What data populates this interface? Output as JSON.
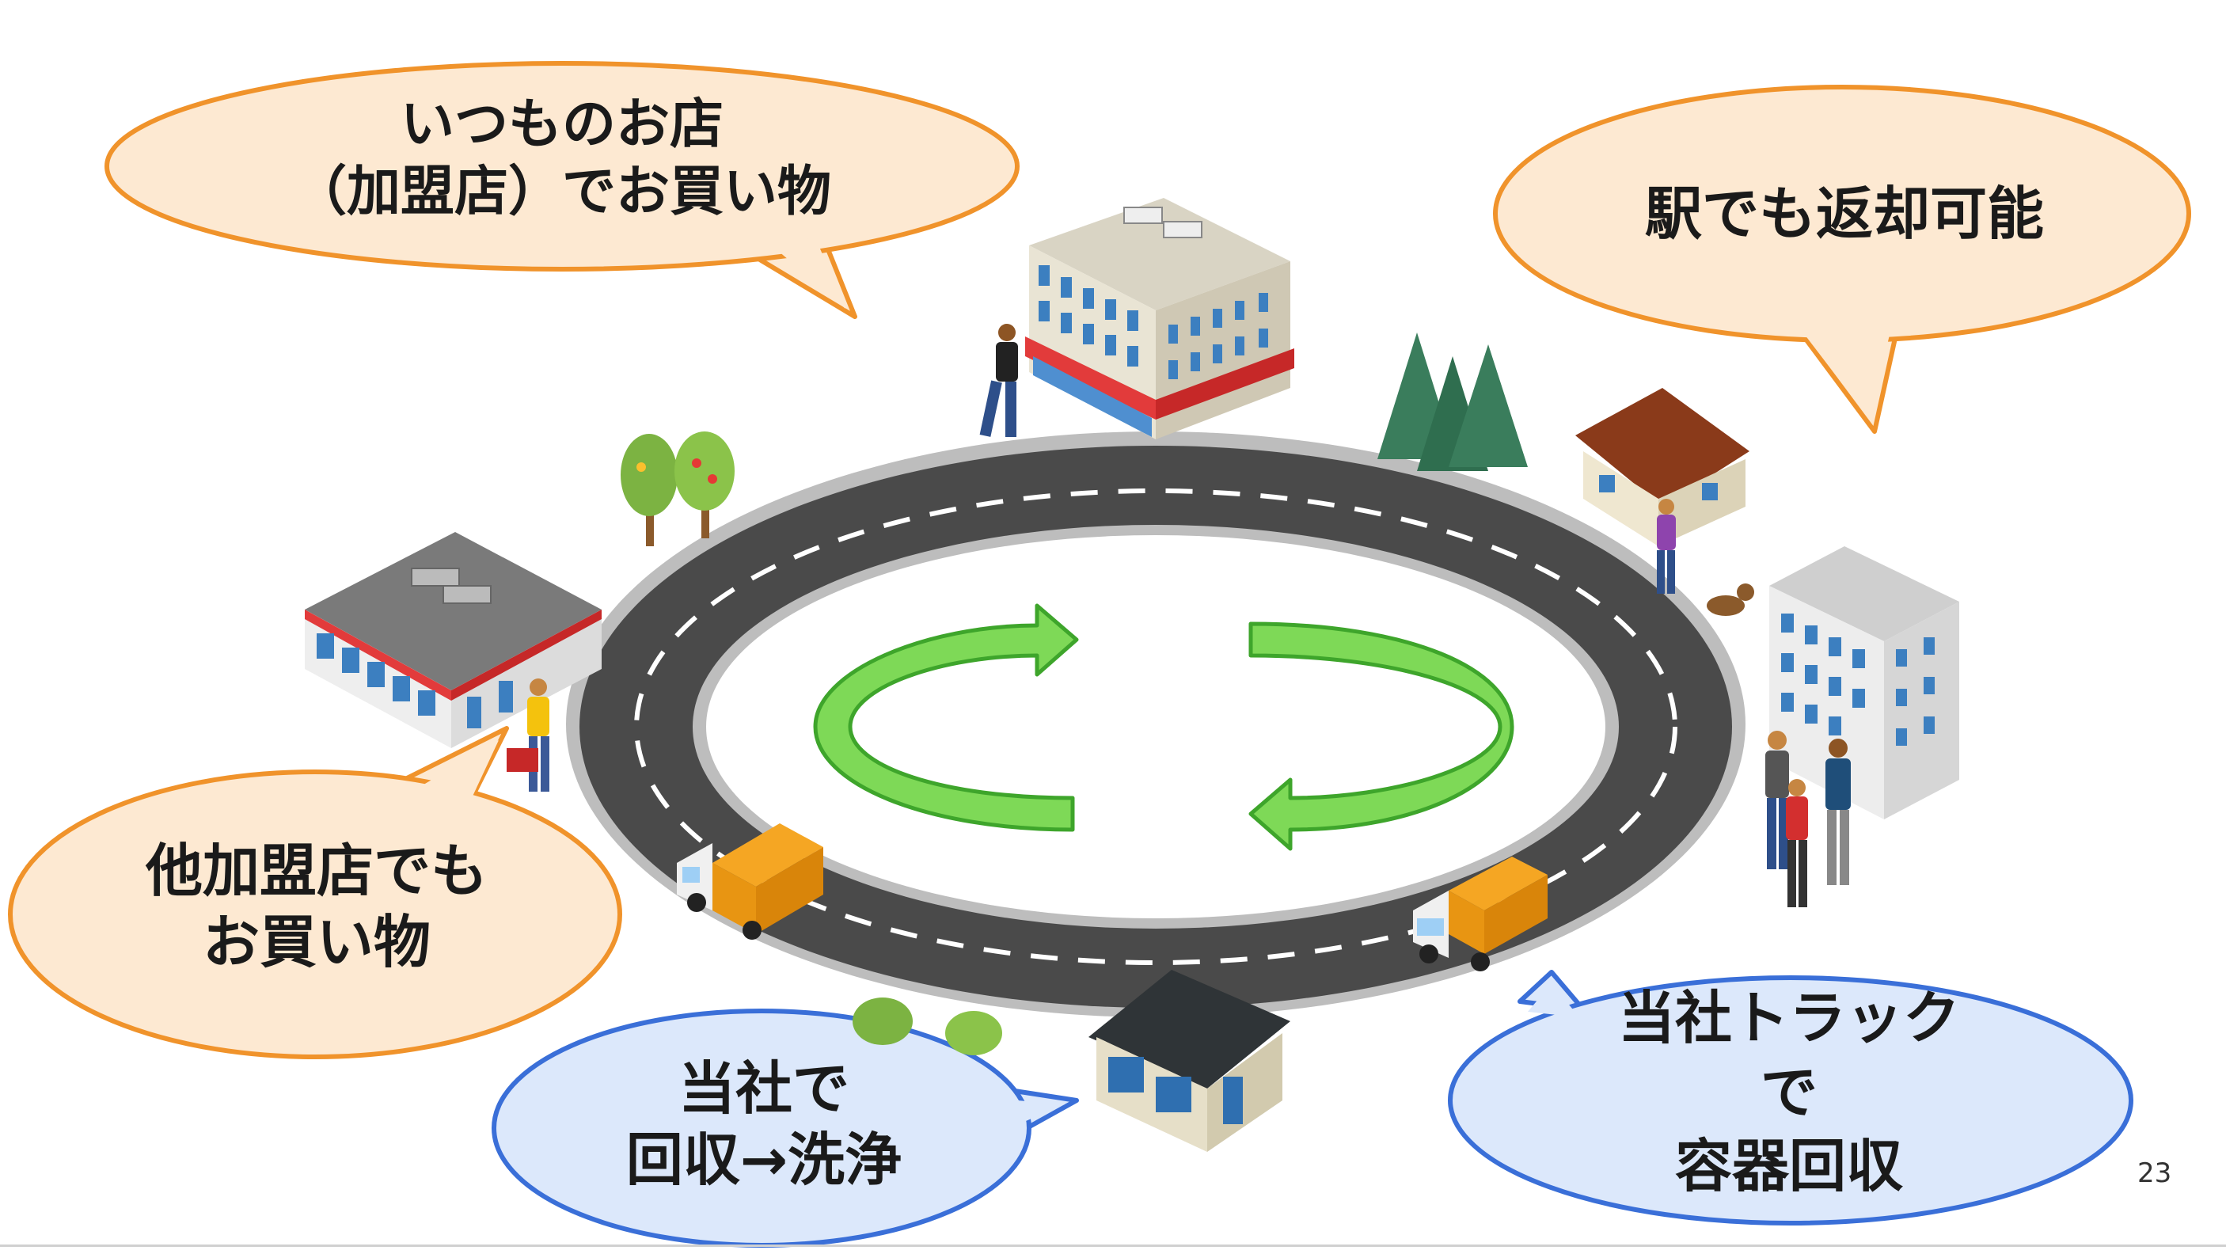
{
  "bubbles": {
    "shop": {
      "line1": "いつものお店",
      "line2": "（加盟店）でお買い物"
    },
    "station": {
      "line1": "駅でも返却可能"
    },
    "other_shop": {
      "line1": "他加盟店でも",
      "line2": "お買い物"
    },
    "wash": {
      "line1": "当社で",
      "line2": "回収→洗浄"
    },
    "truck": {
      "line1": "当社トラック",
      "line2": "で",
      "line3": "容器回収"
    }
  },
  "page_number": "23",
  "colors": {
    "orange_fill": "#fde9d2",
    "orange_stroke": "#f0932b",
    "blue_fill": "#dce8fb",
    "blue_stroke": "#3a6fd8",
    "arrow_green": "#7ed957",
    "arrow_green_stroke": "#3ea52b",
    "road": "#4a4a4a",
    "road_edge": "#bdbdbd"
  }
}
